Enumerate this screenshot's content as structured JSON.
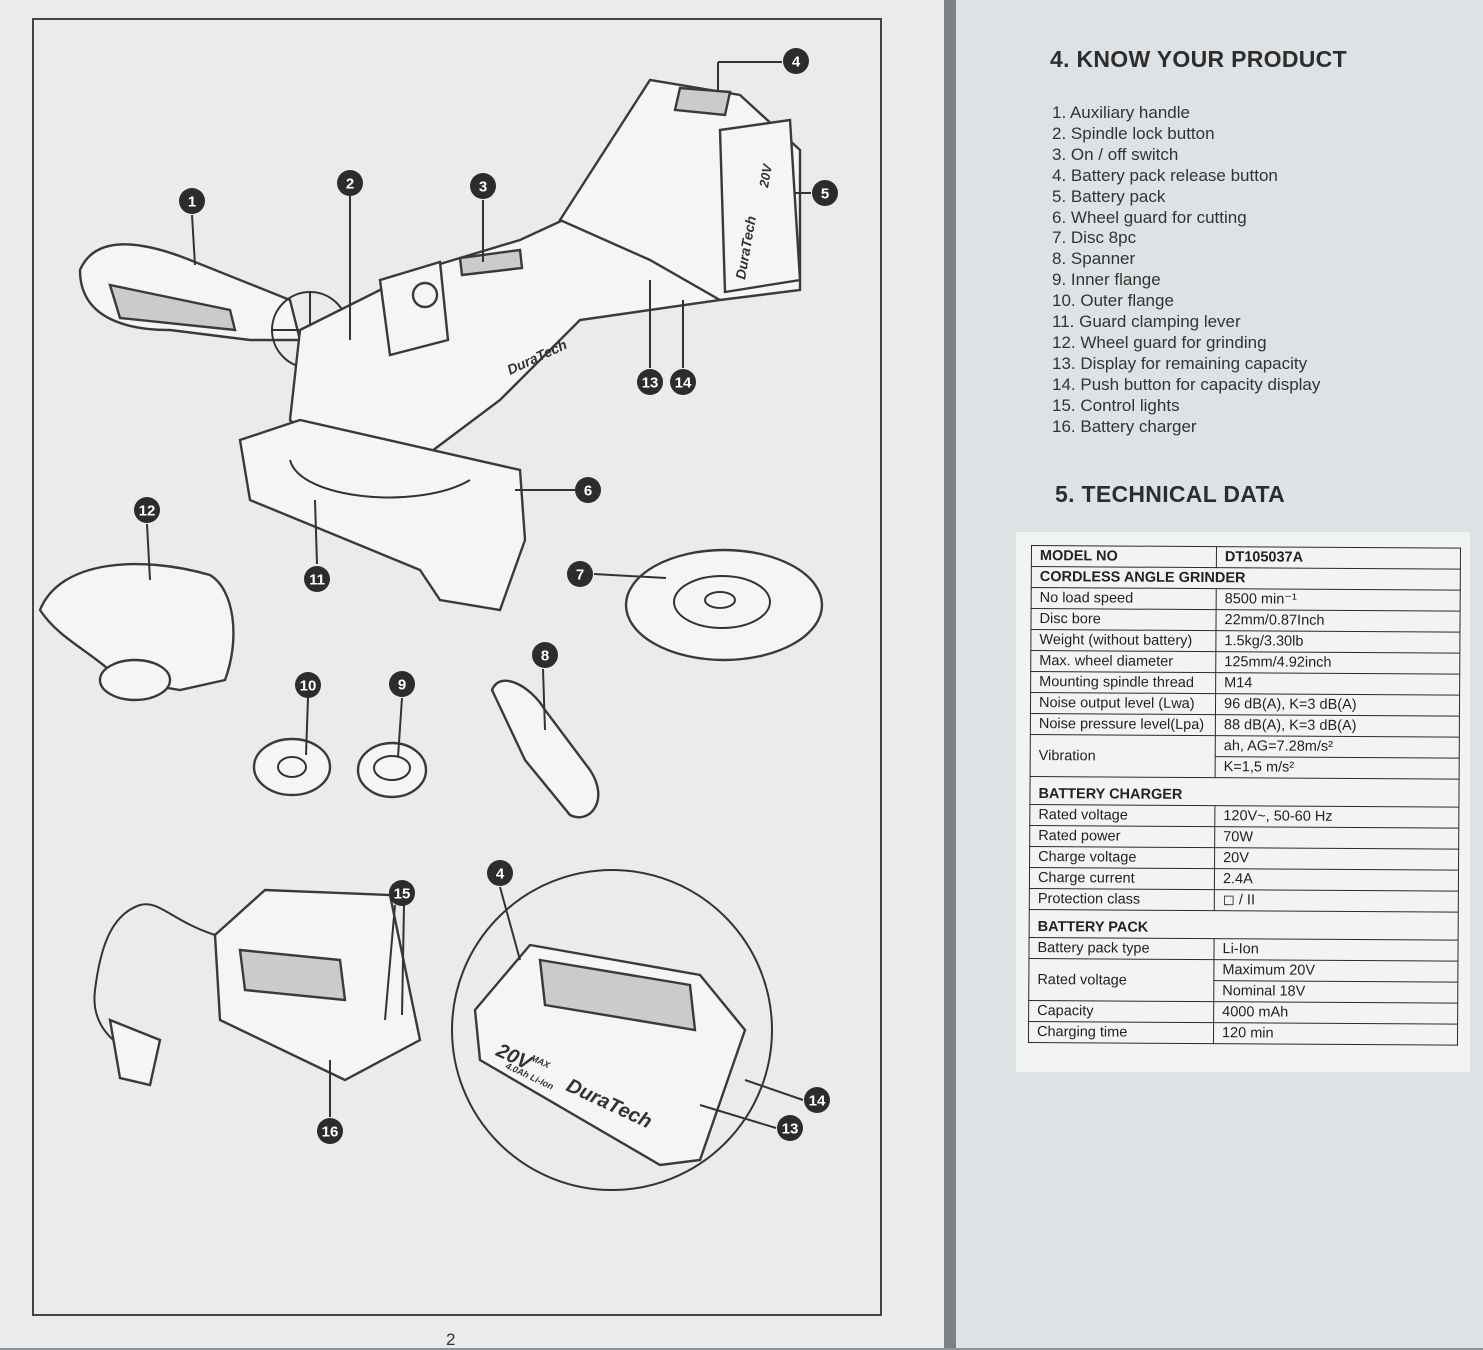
{
  "left_page": {
    "page_number": "2",
    "callouts": [
      "1",
      "2",
      "3",
      "4",
      "5",
      "6",
      "7",
      "8",
      "9",
      "10",
      "11",
      "12",
      "13",
      "14",
      "15",
      "16"
    ],
    "brand_mark": "DuraTech",
    "battery_marking": "20V",
    "battery_max": "MAX",
    "battery_sub": "4.0Ah  Li-Ion"
  },
  "know_product": {
    "heading": "4. KNOW YOUR PRODUCT",
    "parts": [
      "1. Auxiliary handle",
      "2. Spindle lock button",
      "3. On / off switch",
      "4. Battery pack release button",
      "5. Battery pack",
      "6. Wheel guard for cutting",
      "7. Disc 8pc",
      "8. Spanner",
      "9. Inner flange",
      "10. Outer flange",
      "11. Guard clamping lever",
      "12. Wheel guard for grinding",
      "13. Display for remaining capacity",
      "14. Push button for capacity display",
      "15. Control lights",
      "16. Battery charger"
    ]
  },
  "technical_data": {
    "heading": "5. TECHNICAL DATA",
    "model_label": "MODEL NO",
    "model_value": "DT105037A",
    "grinder_section": "CORDLESS ANGLE GRINDER",
    "grinder_rows": [
      {
        "k": "No load speed",
        "v": "8500 min⁻¹"
      },
      {
        "k": "Disc bore",
        "v": "22mm/0.87Inch"
      },
      {
        "k": "Weight (without battery)",
        "v": "1.5kg/3.30lb"
      },
      {
        "k": "Max. wheel diameter",
        "v": "125mm/4.92inch"
      },
      {
        "k": "Mounting spindle thread",
        "v": "M14"
      },
      {
        "k": "Noise output level (Lwa)",
        "v": "96 dB(A), K=3 dB(A)"
      },
      {
        "k": "Noise pressure level(Lpa)",
        "v": "88 dB(A), K=3 dB(A)"
      }
    ],
    "vibration_label": "Vibration",
    "vibration_values": [
      "ah, AG=7.28m/s²",
      "K=1,5 m/s²"
    ],
    "charger_section": "BATTERY CHARGER",
    "charger_rows": [
      {
        "k": "Rated voltage",
        "v": "120V~, 50-60 Hz"
      },
      {
        "k": "Rated power",
        "v": "70W"
      },
      {
        "k": "Charge voltage",
        "v": "20V"
      },
      {
        "k": "Charge current",
        "v": "2.4A"
      },
      {
        "k": "Protection class",
        "v": "◻ / II"
      }
    ],
    "pack_section": "BATTERY PACK",
    "pack_type_label": "Battery pack type",
    "pack_type_value": "Li-Ion",
    "rated_voltage_label": "Rated voltage",
    "rated_voltage_values": [
      "Maximum 20V",
      "Nominal 18V"
    ],
    "capacity_label": "Capacity",
    "capacity_value": "4000 mAh",
    "charging_time_label": "Charging time",
    "charging_time_value": "120 min"
  }
}
